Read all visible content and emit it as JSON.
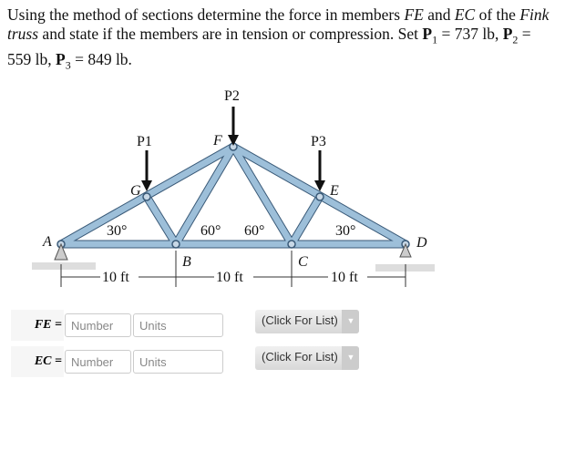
{
  "question": {
    "t1": "Using the method of sections determine the force in members ",
    "m1": "FE",
    "t2": " and ",
    "m2": "EC",
    "t3": " of the ",
    "truss": "Fink truss",
    "t4": " and state if the members are in tension or compression. Set ",
    "p1": "P",
    "p1sub": "1",
    "p1val": " = 737 lb, ",
    "p2": "P",
    "p2sub": "2",
    "p2val": " = 559 lb, ",
    "p3": "P",
    "p3sub": "3",
    "p3val": " = 849 lb."
  },
  "figure": {
    "labels": {
      "P1": "P1",
      "P2": "P2",
      "P3": "P3",
      "A": "A",
      "B": "B",
      "C": "C",
      "D": "D",
      "E": "E",
      "F": "F",
      "G": "G"
    },
    "angles": [
      "30°",
      "60°",
      "60°",
      "30°"
    ],
    "dims": [
      "10 ft",
      "10 ft",
      "10 ft"
    ]
  },
  "answers": [
    {
      "label": "FE =",
      "number_placeholder": "Number",
      "units_placeholder": "Units",
      "select": "(Click For List)"
    },
    {
      "label": "EC =",
      "number_placeholder": "Number",
      "units_placeholder": "Units",
      "select": "(Click For List)"
    }
  ],
  "colors": {
    "member": "#9dbfd9",
    "member_edge": "#3a5a78"
  }
}
